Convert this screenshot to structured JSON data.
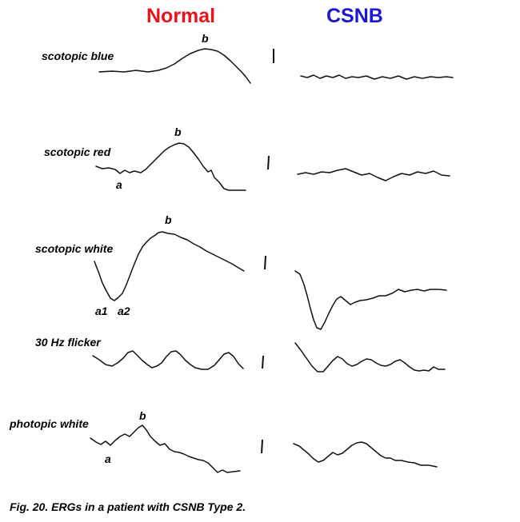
{
  "headers": {
    "normal": "Normal",
    "csnb": "CSNB"
  },
  "colors": {
    "normal_header": "#e8141b",
    "csnb_header": "#1a16d6",
    "trace": "#111111"
  },
  "rows": [
    {
      "label": "scotopic blue",
      "annotations": [
        "b"
      ]
    },
    {
      "label": "scotopic red",
      "annotations": [
        "b",
        "a"
      ]
    },
    {
      "label": "scotopic white",
      "annotations": [
        "b",
        "a1",
        "a2"
      ]
    },
    {
      "label": "30 Hz flicker",
      "annotations": []
    },
    {
      "label": "photopic white",
      "annotations": [
        "b",
        "a"
      ]
    }
  ],
  "caption": "Fig. 20. ERGs in a patient with CSNB Type 2."
}
